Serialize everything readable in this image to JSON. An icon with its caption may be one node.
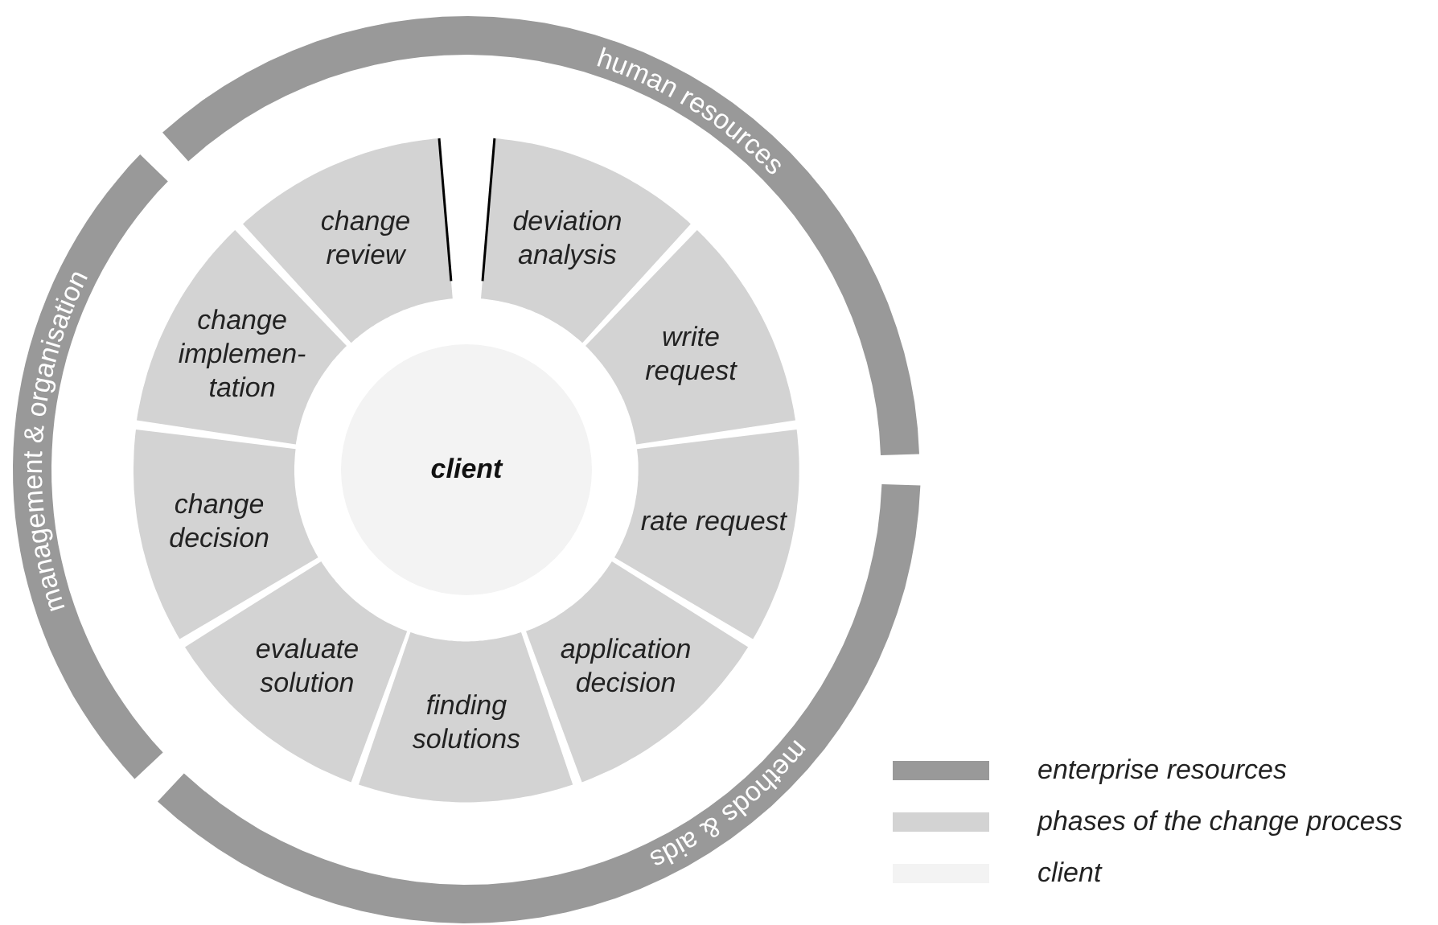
{
  "diagram": {
    "nodes": [
      {
        "text": [
          "human resources"
        ]
      },
      {
        "text": [
          "methods & aids"
        ]
      },
      {
        "text": [
          "management & organisation"
        ]
      },
      {
        "text": [
          "deviation analysis"
        ]
      },
      {
        "text": [
          "write request"
        ]
      },
      {
        "text": [
          "rate request"
        ]
      },
      {
        "text": [
          "application decision"
        ]
      },
      {
        "text": [
          "finding solutions"
        ]
      },
      {
        "text": [
          "evaluate solution"
        ]
      },
      {
        "text": [
          "change decision"
        ]
      },
      {
        "text": [
          "change implemen-tation"
        ]
      },
      {
        "text": [
          "change review"
        ]
      },
      {
        "text": [
          "client"
        ]
      }
    ],
    "legend": [
      {
        "text": "enterprise resources",
        "color": "#999999"
      },
      {
        "text": "phases of the change process",
        "color": "#d3d3d3"
      },
      {
        "text": "client",
        "color": "#f3f3f3"
      }
    ]
  }
}
